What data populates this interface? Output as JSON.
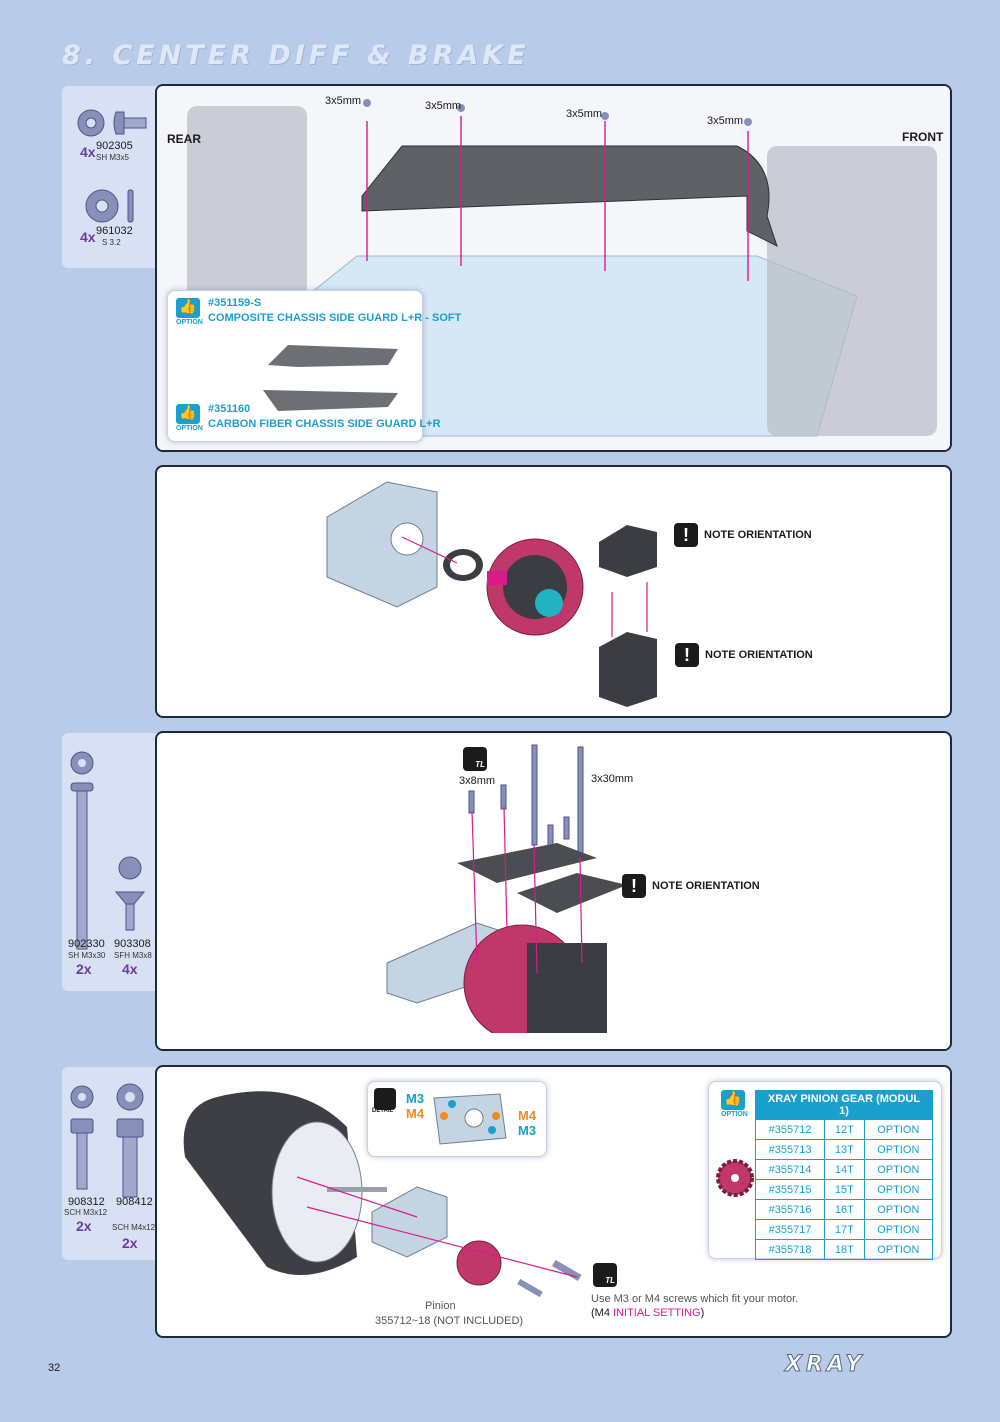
{
  "page": {
    "title": "8. CENTER DIFF & BRAKE",
    "page_number": "32",
    "brand": "XRAY"
  },
  "step1": {
    "parts": [
      {
        "count": "4x",
        "code": "902305",
        "desc": "SH M3x5"
      },
      {
        "count": "4x",
        "code": "961032",
        "desc": "S 3.2"
      }
    ],
    "rear_label": "REAR",
    "front_label": "FRONT",
    "screw_labels": [
      "3x5mm",
      "3x5mm",
      "3x5mm",
      "3x5mm"
    ],
    "options": [
      {
        "icon_label": "OPTION",
        "code": "#351159-S",
        "name": "COMPOSITE CHASSIS SIDE GUARD L+R - SOFT"
      },
      {
        "icon_label": "OPTION",
        "code": "#351160",
        "name": "CARBON FIBER CHASSIS SIDE GUARD L+R"
      }
    ]
  },
  "step2": {
    "notes": [
      "NOTE ORIENTATION",
      "NOTE ORIENTATION"
    ]
  },
  "step3": {
    "parts": [
      {
        "count": "2x",
        "code": "902330",
        "desc": "SH M3x30"
      },
      {
        "count": "4x",
        "code": "903308",
        "desc": "SFH M3x8"
      }
    ],
    "screw_labels": [
      "3x8mm",
      "3x30mm"
    ],
    "tl_label": "TL",
    "note": "NOTE ORIENTATION"
  },
  "step4": {
    "parts": [
      {
        "count": "2x",
        "code": "908312",
        "desc": "SCH M3x12"
      },
      {
        "count": "2x",
        "code": "908412",
        "desc": "SCH M4x12"
      }
    ],
    "detail": {
      "icon_label": "DETAIL",
      "m3": "M3",
      "m4": "M4",
      "m4b": "M4",
      "m3b": "M3"
    },
    "pinion_label": "Pinion",
    "pinion_range": "355712~18 (NOT INCLUDED)",
    "tl_label": "TL",
    "instruction": "Use M3 or M4 screws which fit  your motor.",
    "initial_prefix": "(M4 ",
    "initial_setting": "INITIAL SETTING",
    "initial_suffix": ")",
    "pinion_table": {
      "icon_label": "OPTION",
      "header": "XRAY PINION GEAR (MODUL 1)",
      "rows": [
        [
          "#355712",
          "12T",
          "OPTION"
        ],
        [
          "#355713",
          "13T",
          "OPTION"
        ],
        [
          "#355714",
          "14T",
          "OPTION"
        ],
        [
          "#355715",
          "15T",
          "OPTION"
        ],
        [
          "#355716",
          "16T",
          "OPTION"
        ],
        [
          "#355717",
          "17T",
          "OPTION"
        ],
        [
          "#355718",
          "18T",
          "OPTION"
        ]
      ]
    }
  },
  "colors": {
    "background": "#b8cbe8",
    "accent_cyan": "#1aa0cc",
    "accent_magenta": "#d81b8c",
    "count_purple": "#6a3d9a",
    "border": "#1c2a3c"
  }
}
